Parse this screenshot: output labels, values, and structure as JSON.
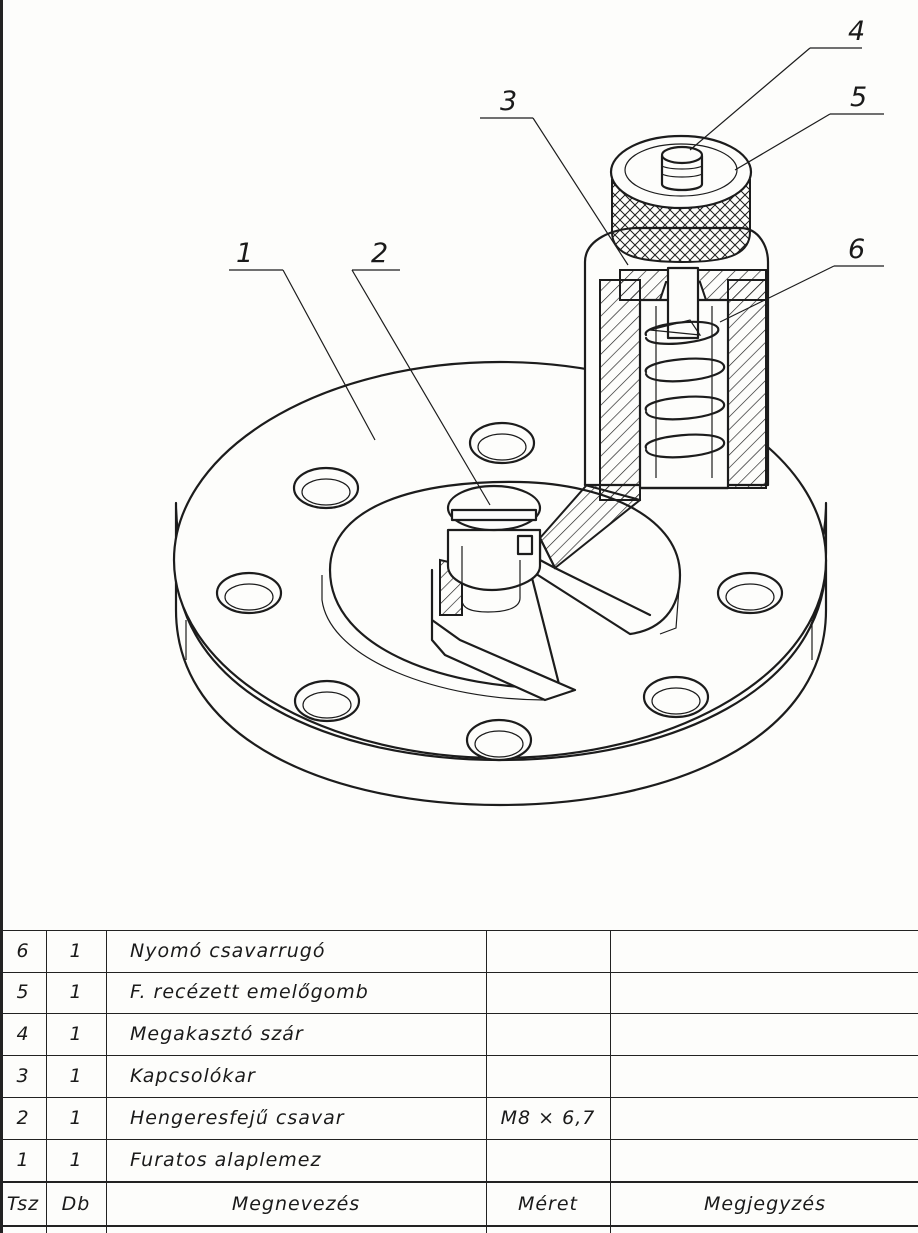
{
  "callouts": [
    "1",
    "2",
    "3",
    "4",
    "5",
    "6"
  ],
  "parts_table": {
    "headers": {
      "tsz": "Tsz",
      "db": "Db",
      "name": "Megnevezés",
      "size": "Méret",
      "note": "Megjegyzés"
    },
    "rows": [
      {
        "tsz": "6",
        "db": "1",
        "name": "Nyomó csavarrugó",
        "size": "",
        "note": ""
      },
      {
        "tsz": "5",
        "db": "1",
        "name": "F. recézett emelőgomb",
        "size": "",
        "note": ""
      },
      {
        "tsz": "4",
        "db": "1",
        "name": "Megakasztó szár",
        "size": "",
        "note": ""
      },
      {
        "tsz": "3",
        "db": "1",
        "name": "Kapcsolókar",
        "size": "",
        "note": ""
      },
      {
        "tsz": "2",
        "db": "1",
        "name": "Hengeresfejű csavar",
        "size": "M8 × 6,7",
        "note": ""
      },
      {
        "tsz": "1",
        "db": "1",
        "name": "Furatos alaplemez",
        "size": "",
        "note": ""
      }
    ]
  }
}
